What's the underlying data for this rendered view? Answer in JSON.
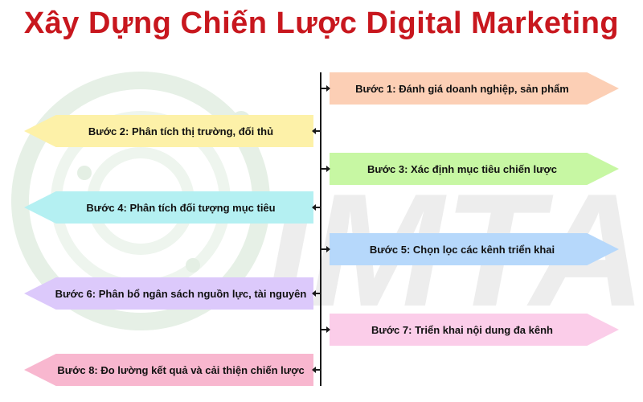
{
  "title": "Xây Dựng Chiến Lược Digital Marketing",
  "watermark": {
    "text": "IMTA"
  },
  "steps": [
    {
      "label": "Bước 1: Đánh giá doanh nghiệp, sản phẩm",
      "side": "right",
      "color": "#fccfb5"
    },
    {
      "label": "Bước 2: Phân tích thị trường, đối thủ",
      "side": "left",
      "color": "#fdf1a8"
    },
    {
      "label": "Bước 3: Xác định mục tiêu chiến lược",
      "side": "right",
      "color": "#c7f7a3"
    },
    {
      "label": "Bước 4: Phân tích đối tượng mục tiêu",
      "side": "left",
      "color": "#b4f0f2"
    },
    {
      "label": "Bước 5: Chọn lọc các kênh triển khai",
      "side": "right",
      "color": "#b6d8fb"
    },
    {
      "label": "Bước 6: Phân bổ ngân sách nguồn lực, tài nguyên",
      "side": "left",
      "color": "#dcc9fb"
    },
    {
      "label": "Bước 7: Triển khai nội dung đa kênh",
      "side": "right",
      "color": "#fbcde9"
    },
    {
      "label": "Bước 8: Đo lường kết quả và cải thiện chiến lược",
      "side": "left",
      "color": "#f8b7cf"
    }
  ]
}
